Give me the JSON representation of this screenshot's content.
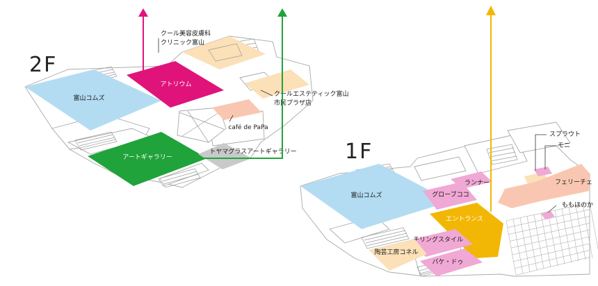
{
  "floors": [
    {
      "level": "2F",
      "areas": [
        {
          "id": "tomiyama-comuzu-2f",
          "label": "富山コムズ",
          "color": "#b3dcf2"
        },
        {
          "id": "atrium",
          "label": "アトリウム",
          "color": "#e0137b"
        },
        {
          "id": "art-gallery",
          "label": "アートギャラリー",
          "color": "#1fa33a"
        },
        {
          "id": "toyama-glass-art-gallery",
          "label": "トヤマグラスアートギャラリー",
          "color": "#c9c9c9"
        },
        {
          "id": "cafe-de-papa",
          "label": "café de PaPa",
          "color": "#f9c7b1"
        },
        {
          "id": "cool-beauty-clinic",
          "label_lines": [
            "クール美容皮膚科",
            "クリニック富山"
          ],
          "color": "#fbe0b8"
        },
        {
          "id": "cool-esthetic",
          "label_lines": [
            "クールエステティック富山",
            "市民プラザ店"
          ],
          "color": "#fbe0b8"
        }
      ],
      "route_colors": {
        "atrium": "#e0137b",
        "art-gallery": "#1fa33a"
      }
    },
    {
      "level": "1F",
      "areas": [
        {
          "id": "tomiyama-comuzu-1f",
          "label": "富山コムズ",
          "color": "#b3dcf2"
        },
        {
          "id": "runner",
          "label": "ランナー",
          "color": "#f0a8d4"
        },
        {
          "id": "globe-coco",
          "label": "グローブココ",
          "color": "#f0a8d4"
        },
        {
          "id": "entrance",
          "label": "エントランス",
          "color": "#f2b705"
        },
        {
          "id": "chilling-style",
          "label": "チリングスタイル",
          "color": "#f0a8d4"
        },
        {
          "id": "togei-kobo-konel",
          "label": "陶芸工房コネル",
          "color": "#fbe0b8"
        },
        {
          "id": "bake-do",
          "label": "バケ・ドゥ",
          "color": "#f0a8d4"
        },
        {
          "id": "sprout",
          "label": "スプラウト",
          "color": "#fbe0b8"
        },
        {
          "id": "moni",
          "label": "モニ",
          "color": "#f0a8d4"
        },
        {
          "id": "ferichet",
          "label": "フェリーチェ",
          "color": "#f9c7b1"
        },
        {
          "id": "momohonoka",
          "label": "ももほのか",
          "color": "#f0a8d4"
        }
      ],
      "route_colors": {
        "entrance": "#f2b705"
      }
    }
  ]
}
